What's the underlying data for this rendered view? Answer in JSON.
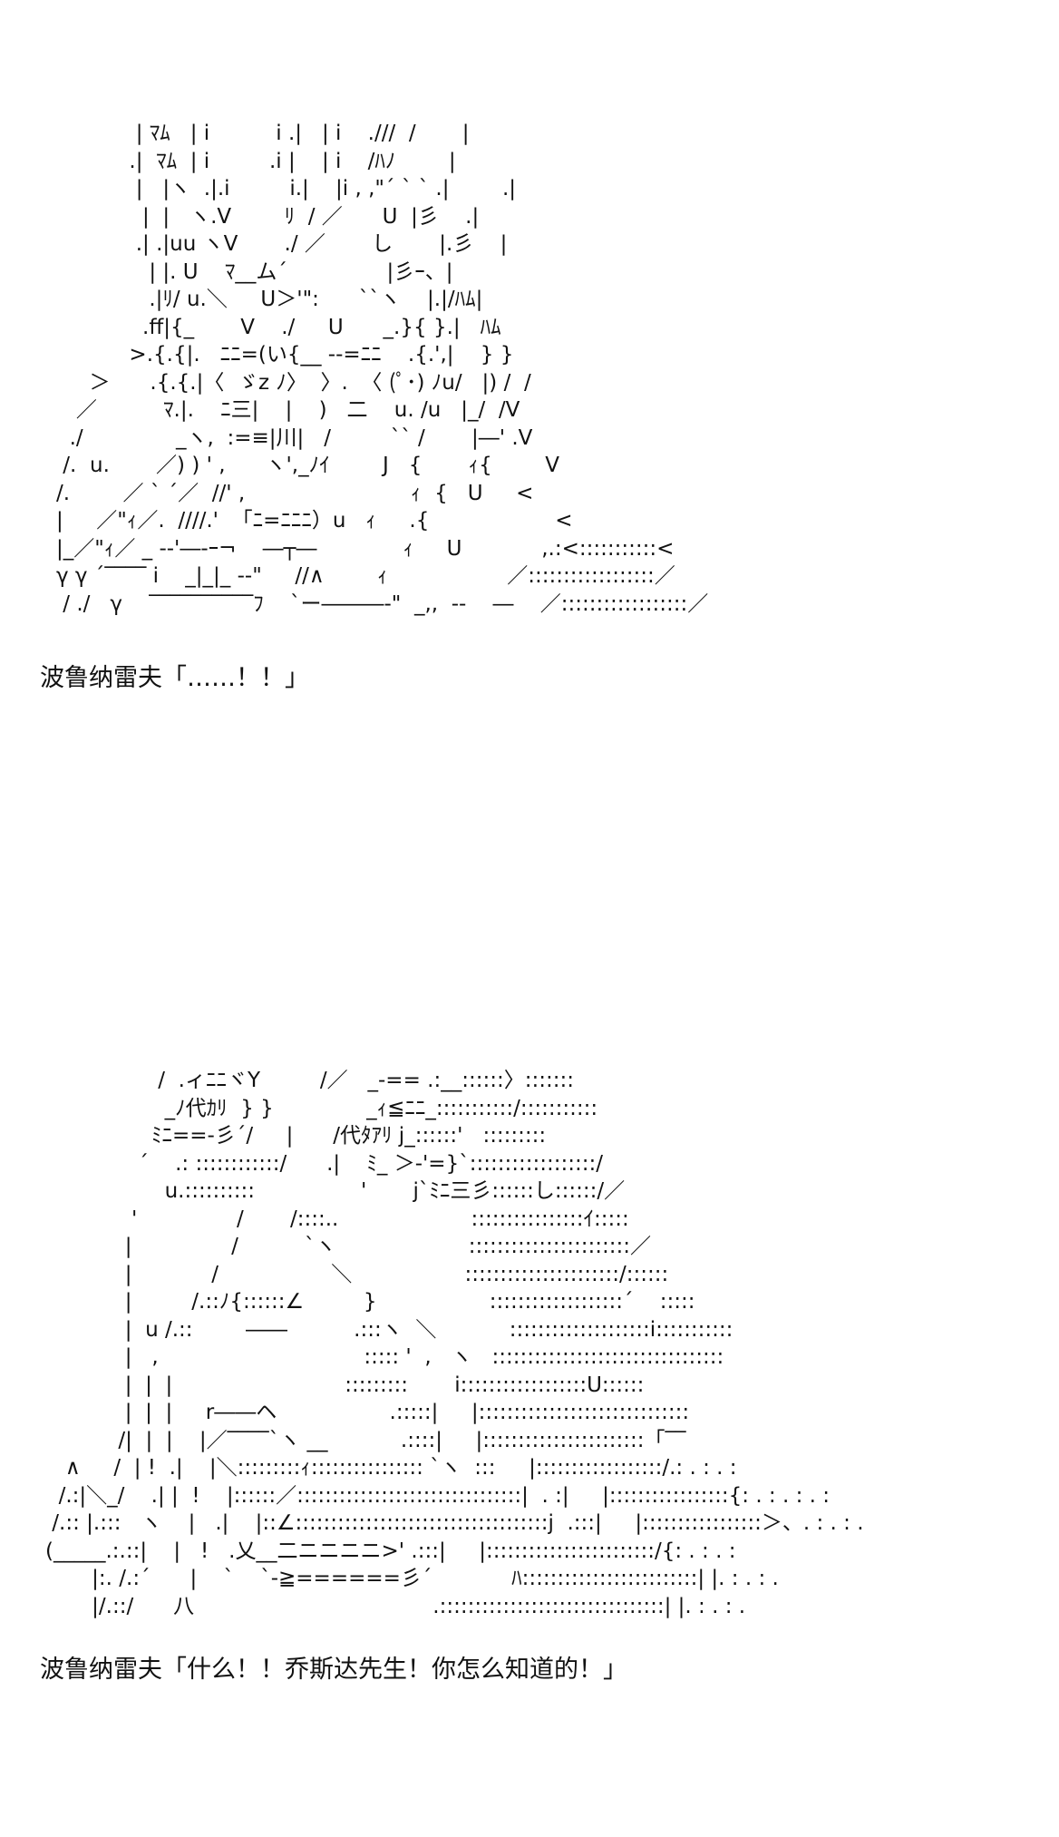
{
  "panels": [
    {
      "art": "            | ﾏﾑ   | i          i .|   | i    .///  /       |\n           .|  ﾏﾑ  | i         .i |    | i    /ﾊﾉ        |\n            |   |ヽ  .|.i         i.|    |i , ,\"´ ` ` .|        .|\n             |  |   ヽ.V        ﾘ  / ／      U  |彡    .|\n            .| .|uu ヽV       ./ ／       し       |.彡    |\n              | |. U    ﾏ__ム´               |彡ｰ、|\n              .|ﾘ/ u.＼     U＞'\":      ``ヽ    |.|/ﾊﾑ|\n             .ff|{_       V    ./     U      _.}{ }.|   ﾊﾑ\n           >.{.{|.   ﾆﾆ=(い{__ --=ﾆﾆ    .{.',|    } }\n     ＞      .{.{.|〈  ゞz ﾉ〉  〉.  〈 (ﾟ･) ﾉu/   |) /  /\n   ／          ﾏ.|.    ﾆ三|    |    )   二    u. /u   |_/  /V\n  ./              _ヽ,  :=≡|川|   /         `` /       |―' .V\n /.  u.       ／) ) ' ,      ヽ',_ﾉｲ        J   {       ｨ{        V\n/.        ／ ` ´／  //' ,                         ｨ  {   U     <\n|     ／\"ｨ／.  ////.'  「ﾆ=ﾆﾆﾆ）u   ｨ     .{                   <\n|_／\"ｨ／ _ --'―-ｰ¬    ―┬―             ｨ     U            ,.:<:::::::::::<\nγ γ ´‾‾‾‾ i    _|_|_ --\"     //∧        ｨ                  ／::::::::::::::::::／\n / ./   γ    ‾‾‾‾‾‾‾‾‾‾ﾌ    `ー―――‐\"  _,,  --    ―    ／::::::::::::::::::／",
      "caption": "波鲁纳雷夫「……！！」"
    },
    {
      "art": "                 /  .ィﾆﾆヾY         /／   _-== .:__::::::〉:::::::\n                  _ﾉ代ｶﾘ  } }              _ｨ≦ﾆﾆ_:::::::::::/:::::::::::\n                ﾐﾆ==-彡´/     |      /代ﾀｱﾘ j_::::::'   :::::::::\n              ´    .: ::::::::::::/      .|    ﾐ_ ＞-'=}`::::::::::::::::::/\n                  u.::::::::::                '       j`ﾐﾆ三彡::::::し::::::/／\n             '               /       /::::..                    ::::::::::::::::ｲ:::::\n            |               /          `ヽ                    :::::::::::::::::::::::／\n            |            /                 ＼                 ::::::::::::::::::::::/::::::\n            |         /.::ﾉ{::::::∠         }                 :::::::::::::::::::´    :::::\n            |  u /.::        ――          .:::ヽ  ＼           ::::::::::::::::::::i:::::::::::\n            |   ,                               ::::: '  ,   ヽ   :::::::::::::::::::::::::::::::::\n            |  |  |                          :::::::::       i::::::::::::::::::U::::::\n            |  |  |     r――ヘ                 .:::::|     |::::::::::::::::::::::::::::::\n           /|  |  |    |／‾‾‾‾`ヽ __           .::::|     |:::::::::::::::::::::::「‾‾\n   ∧     /  | !  .|    |＼:::::::::ｨ:::::::::::::::: `ヽ  :::     |::::::::::::::::::/.: . : . :\n  /.:|＼_/    .| |  !    |::::::／::::::::::::::::::::::::::::::::|  . :|     |:::::::::::::::::{: . : . : . :\n /.:: |.:::   ヽ    |   .|    |::∠::::::::::::::::::::::::::::::::::::j  .:::|     |:::::::::::::::::＞、. : . : .\n(_____.:.::|    |   !   .乂__二ニニニニ>' .:::|     |::::::::::::::::::::::::/{: . : . :\n       |:. /.:´      |    `    `-≧======彡´            ﾊ:::::::::::::::::::::::::| |. : . : .\n       |/.::/      八                                    .::::::::::::::::::::::::::::::::| |. : . : .",
      "caption": "波鲁纳雷夫「什么！！乔斯达先生！你怎么知道的！」"
    }
  ]
}
